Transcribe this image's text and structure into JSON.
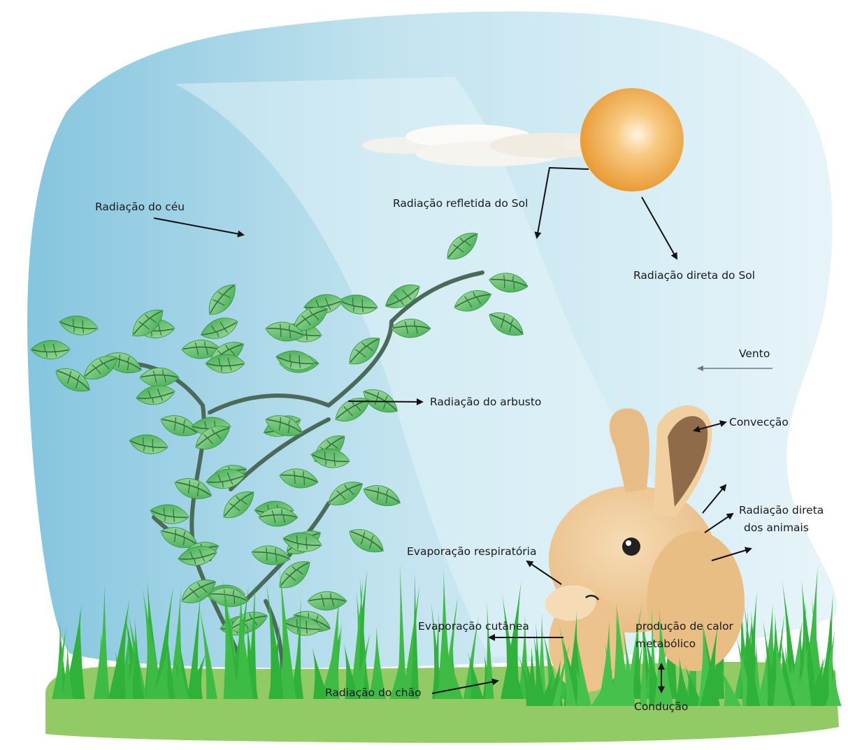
{
  "labels": {
    "sky_radiation": "Radiação do céu",
    "reflected_sun": "Radiação refletida do Sol",
    "direct_sun": "Radiação direta do Sol",
    "wind": "Vento",
    "shrub_radiation": "Radiação do arbusto",
    "convection": "Convecção",
    "animal_radiation_line1": "Radiação direta",
    "animal_radiation_line2": "dos animais",
    "respiratory_evaporation": "Evaporação respiratória",
    "cutaneous_evaporation": "Evaporação cutânea",
    "metabolic_heat_line1": "produção de calor",
    "metabolic_heat_line2": "metabólico",
    "ground_radiation": "Radiação do chão",
    "conduction": "Condução"
  },
  "colors": {
    "sky": "#bfe3ee",
    "sun": "#f0a63c",
    "leaf": "#4fbe5c",
    "grass": "#8ecb63",
    "rabbit": "#ecc590",
    "ear_inner": "#8f6b4a",
    "arrow": "#111111",
    "wind_arrow": "#777777"
  },
  "icons": [
    "sun-icon",
    "cloud-icon",
    "shrub-icon",
    "rabbit-icon",
    "grass-icon"
  ]
}
